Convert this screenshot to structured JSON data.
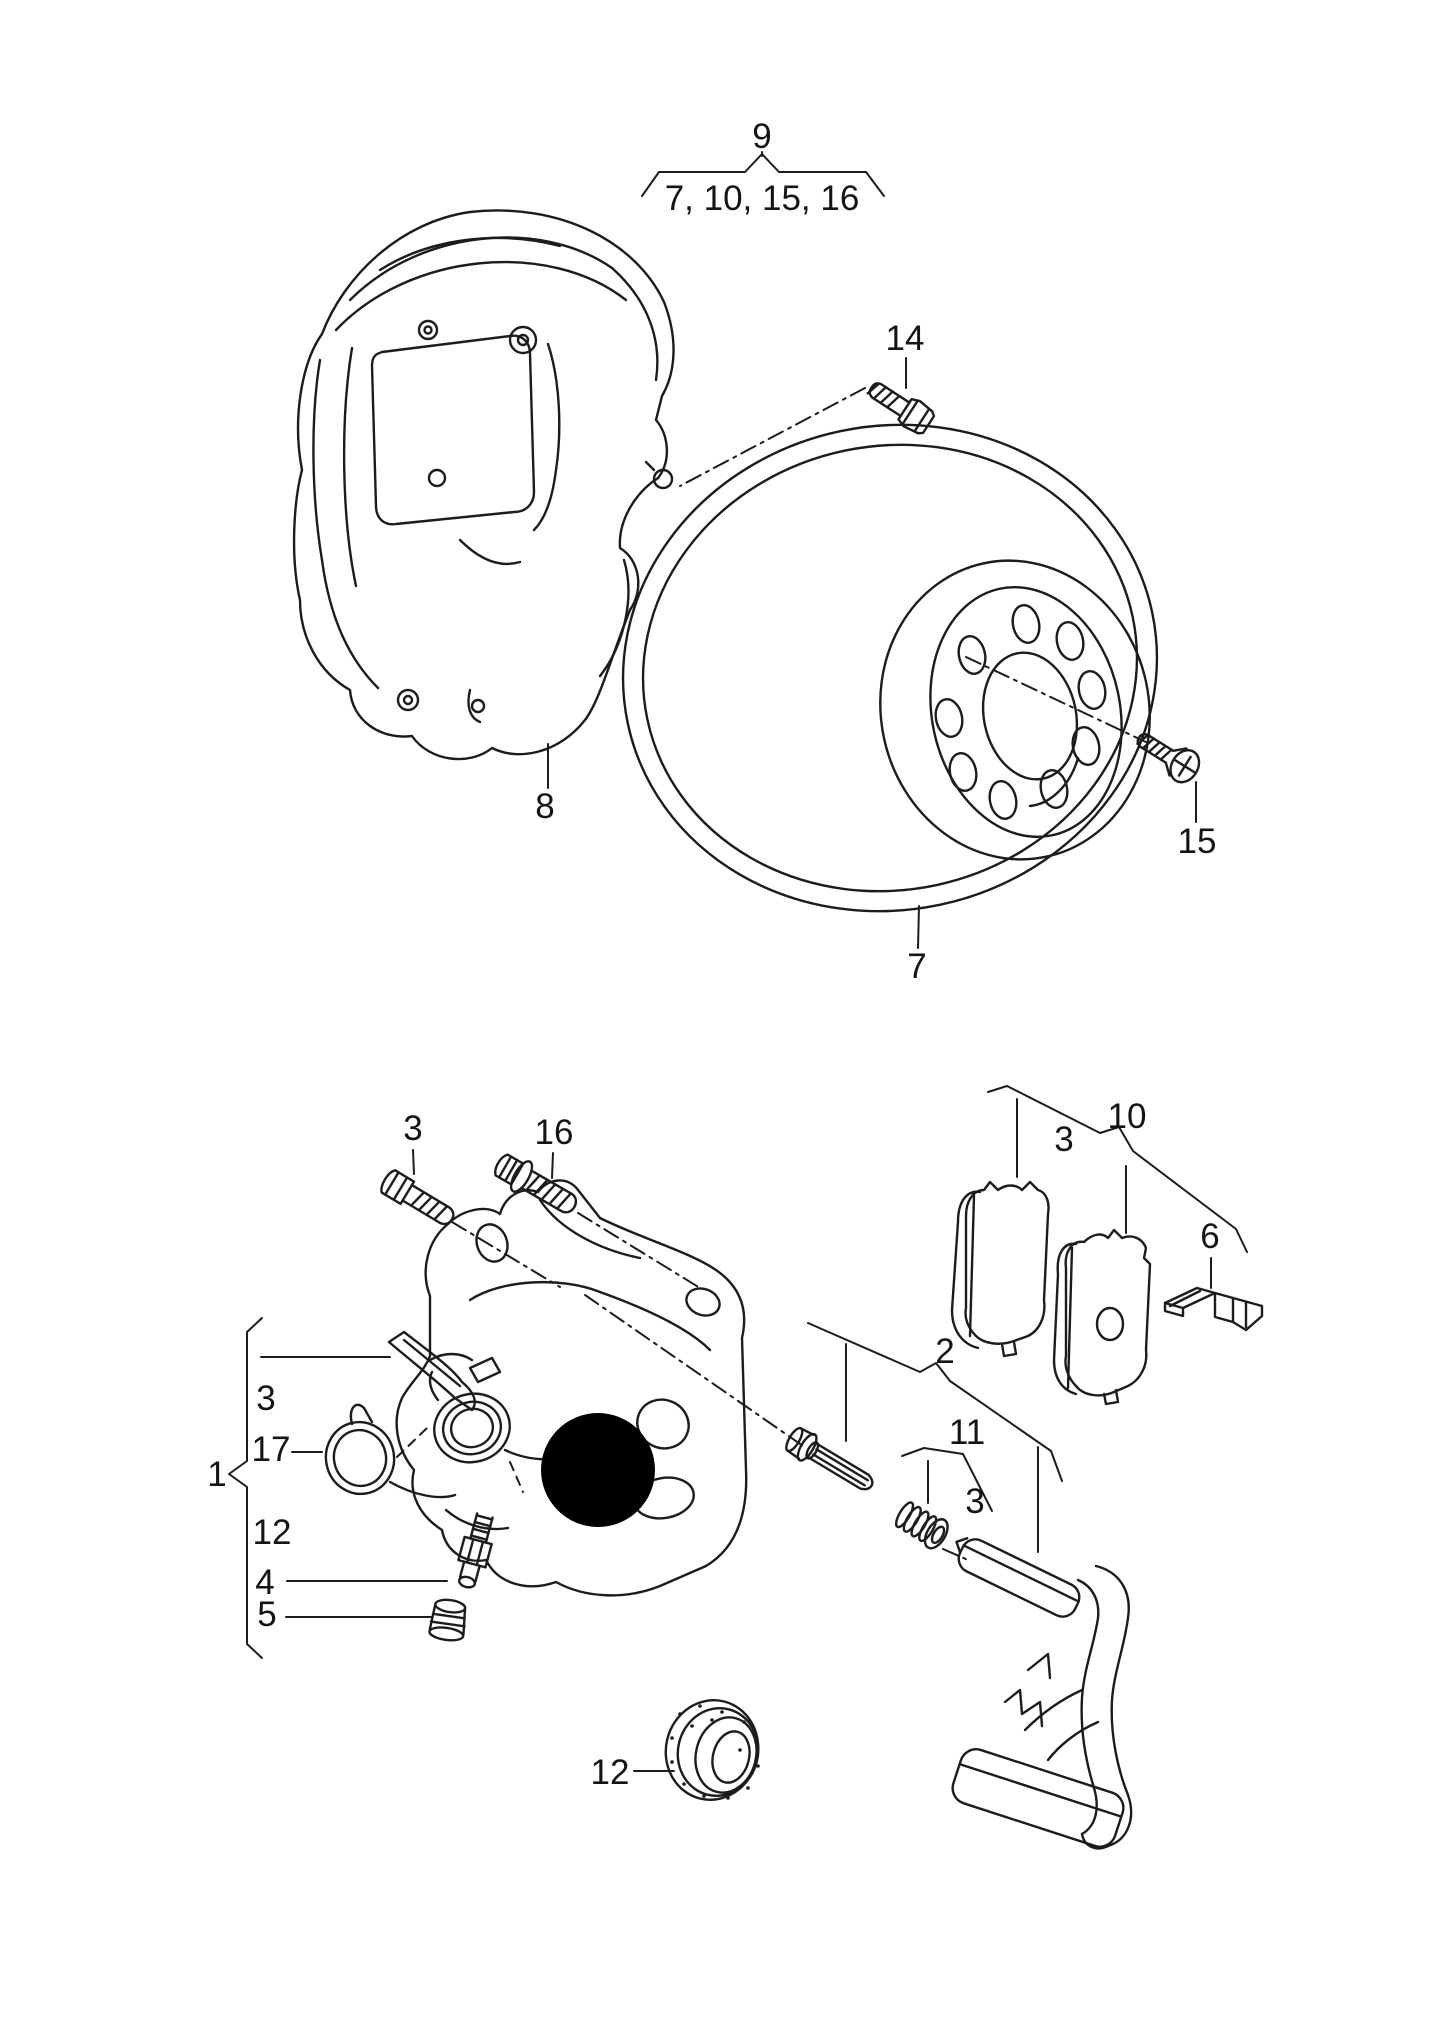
{
  "figure": {
    "type": "brake parts exploded diagram",
    "background": "#ffffff",
    "line_color": "#1c1c1c",
    "callouts": {
      "group_number": "9",
      "group_items": "7, 10, 15, 16",
      "backing_plate": "8",
      "brake_disc": "7",
      "hex_bolt": "14",
      "disc_screw": "15",
      "caliper_bolt_left": "3",
      "caliper_bolt_right": "16",
      "pad_set_group": "10",
      "pad_inner": "3",
      "retaining_clip": "6",
      "carrier_group": "2",
      "guide_sleeve_group": "11",
      "guide_sleeve": "3",
      "caliper_assembly": "1",
      "lever_item": "3",
      "spring": "17",
      "repair_kit_item": "12",
      "bleeder_valve": "4",
      "dust_cap": "5",
      "seal_ring": "12"
    }
  }
}
